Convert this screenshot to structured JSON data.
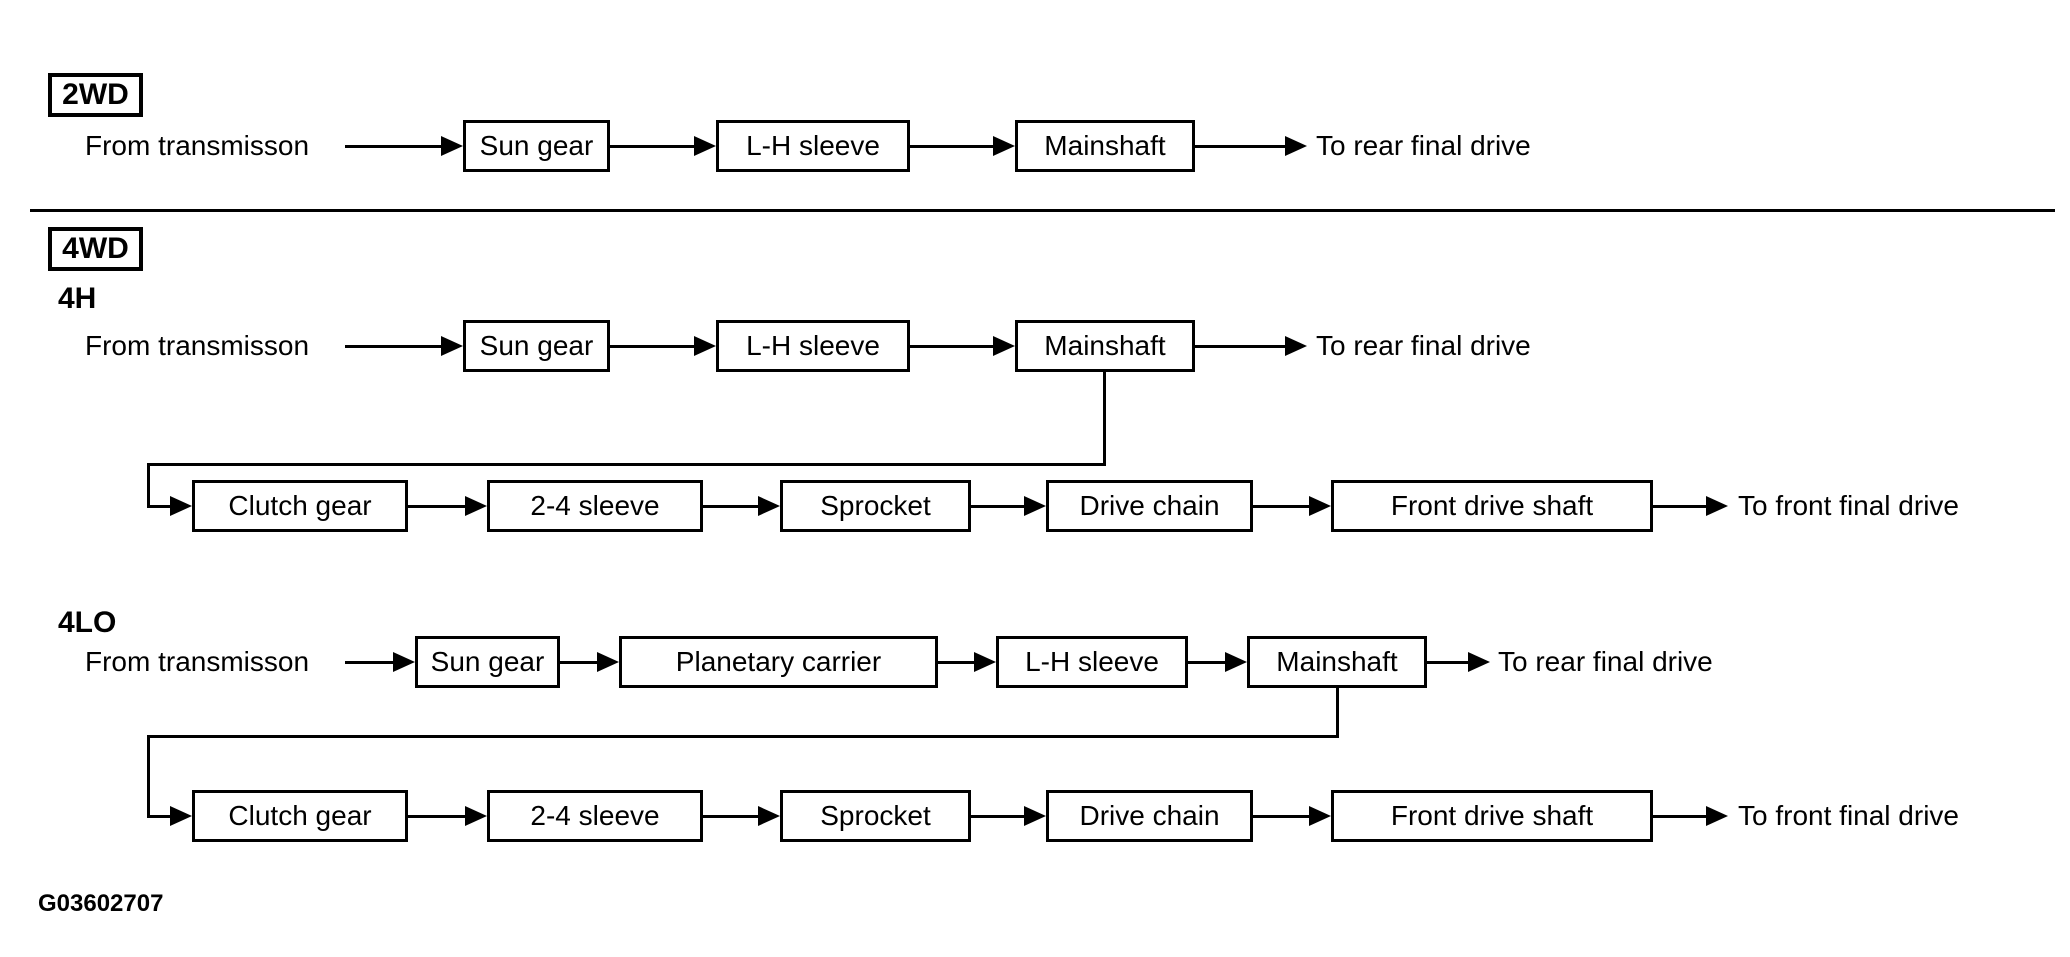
{
  "page": {
    "background": "#ffffff",
    "line_color": "#000000",
    "figure_code": "G03602707"
  },
  "sections": {
    "twd": {
      "badge": "2WD",
      "row": {
        "source": "From transmisson",
        "nodes": [
          "Sun gear",
          "L-H sleeve",
          "Mainshaft"
        ],
        "sink": "To rear final drive"
      }
    },
    "fwd": {
      "badge": "4WD",
      "fourh": {
        "label": "4H",
        "main": {
          "source": "From transmisson",
          "nodes": [
            "Sun gear",
            "L-H sleeve",
            "Mainshaft"
          ],
          "sink": "To rear final drive"
        },
        "branch": {
          "nodes": [
            "Clutch gear",
            "2-4 sleeve",
            "Sprocket",
            "Drive chain",
            "Front drive shaft"
          ],
          "sink": "To front final drive"
        }
      },
      "fourlo": {
        "label": "4LO",
        "main": {
          "source": "From transmisson",
          "nodes": [
            "Sun gear",
            "Planetary carrier",
            "L-H sleeve",
            "Mainshaft"
          ],
          "sink": "To rear final drive"
        },
        "branch": {
          "nodes": [
            "Clutch gear",
            "2-4 sleeve",
            "Sprocket",
            "Drive chain",
            "Front drive shaft"
          ],
          "sink": "To front final drive"
        }
      }
    }
  }
}
